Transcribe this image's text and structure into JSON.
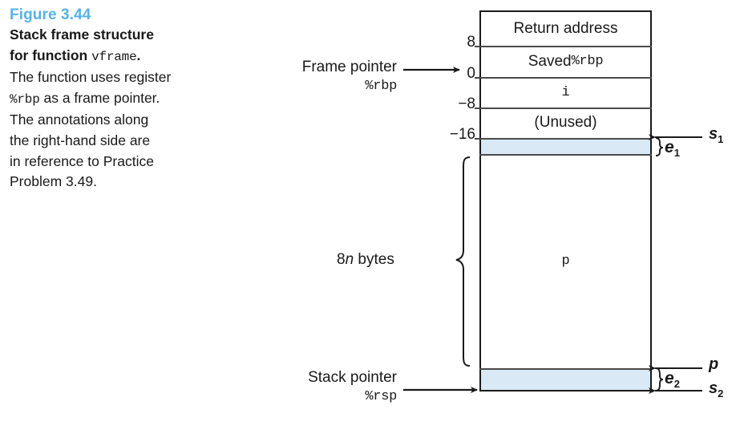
{
  "figure": {
    "number": "Figure 3.44",
    "title_line1": "Stack frame structure",
    "title_line2_pre": "for function ",
    "title_line2_mono": "vframe",
    "title_line2_post": ".",
    "body_line1": "The function uses register",
    "body_line2_mono": "%rbp",
    "body_line2_post": " as a frame pointer.",
    "body_line3": "The annotations along",
    "body_line4": "the right-hand side are",
    "body_line5": "in reference to Practice",
    "body_line6": "Problem 3.49."
  },
  "colors": {
    "accent": "#56b3e4",
    "band_fill": "#d9e9f6",
    "stroke": "#1a1a1a",
    "divider": "#4a4a4a"
  },
  "diagram": {
    "cells": [
      {
        "id": "return-address",
        "label": "Return address",
        "mono": false
      },
      {
        "id": "saved-rbp",
        "label_pre": "Saved ",
        "label_mono": "%rbp",
        "mono": true
      },
      {
        "id": "variable-i",
        "label": "i",
        "mono": true
      },
      {
        "id": "unused",
        "label": "(Unused)",
        "mono": false
      },
      {
        "id": "array-p",
        "label": "p",
        "mono": true
      }
    ],
    "offsets": [
      {
        "value": "8"
      },
      {
        "value": "0"
      },
      {
        "value": "−8"
      },
      {
        "value": "−16"
      }
    ],
    "pointers": [
      {
        "id": "frame-pointer",
        "line1": "Frame pointer",
        "line2_mono": "%rbp"
      },
      {
        "id": "stack-pointer",
        "line1": "Stack pointer",
        "line2_mono": "%rsp"
      }
    ],
    "size_bracket": {
      "prefix": "8",
      "italic": "n",
      "suffix": " bytes"
    },
    "annotations": [
      {
        "id": "e1",
        "base": "e",
        "sub": "1"
      },
      {
        "id": "s1",
        "base": "s",
        "sub": "1"
      },
      {
        "id": "e2",
        "base": "e",
        "sub": "2"
      },
      {
        "id": "p-ptr",
        "base": "p",
        "sub": ""
      },
      {
        "id": "s2",
        "base": "s",
        "sub": "2"
      }
    ]
  }
}
